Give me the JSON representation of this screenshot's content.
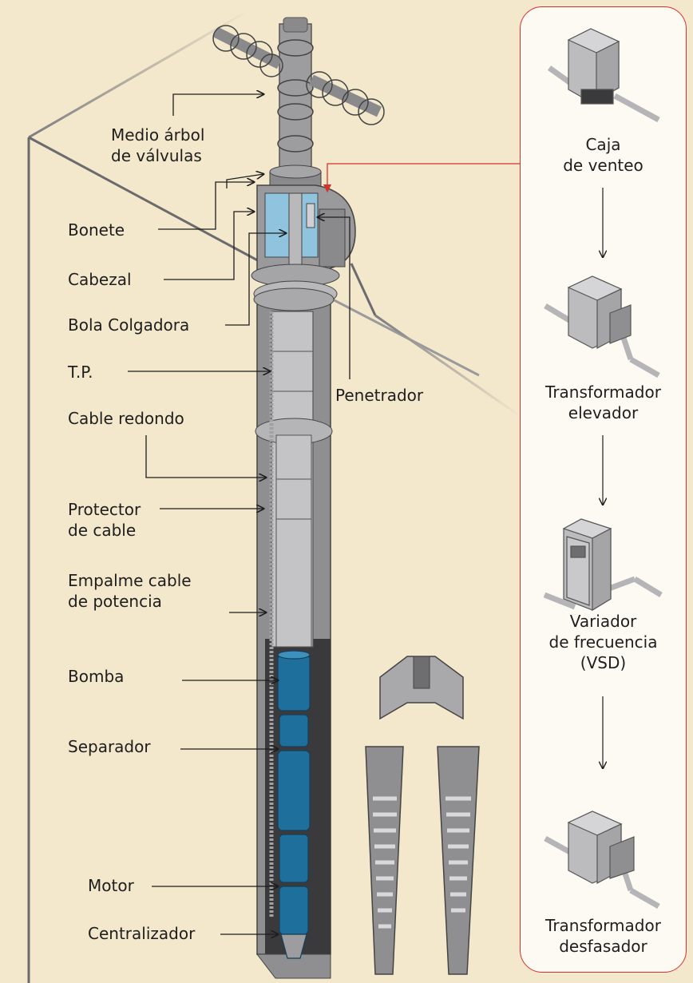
{
  "left_labels": {
    "arbol": [
      "Medio árbol",
      "de válvulas"
    ],
    "bonete": "Bonete",
    "cabezal": "Cabezal",
    "bola": "Bola Colgadora",
    "tp": "T.P.",
    "penetrador": "Penetrador",
    "cable_redondo": "Cable redondo",
    "protector": [
      "Protector",
      "de cable"
    ],
    "empalme": [
      "Empalme cable",
      "de potencia"
    ],
    "bomba": "Bomba",
    "separador": "Separador",
    "motor": "Motor",
    "centralizador": "Centralizador"
  },
  "surface_equipment": {
    "caja": [
      "Caja",
      "de venteo"
    ],
    "elevador": [
      "Transformador",
      "elevador"
    ],
    "vsd": [
      "Variador",
      "de frecuencia",
      "(VSD)"
    ],
    "desfasador": [
      "Transformador",
      "desfasador"
    ]
  },
  "colors": {
    "background": "#f3e7cc",
    "panel_border": "#d6322c",
    "steel": "#b9b9bb",
    "steel_dark": "#6e6e70",
    "blue_component": "#1f6f9c",
    "bonnet_blue": "#8fc3de"
  }
}
